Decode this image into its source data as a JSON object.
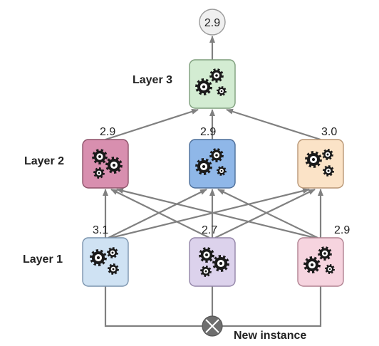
{
  "diagram": {
    "output_value": "2.9",
    "input_label": "New instance",
    "layers": [
      {
        "label": "Layer 1",
        "nodes": [
          {
            "value": "3.1",
            "fill": "#cfe2f3",
            "stroke": "#7a93ad"
          },
          {
            "value": "2.7",
            "fill": "#dcd2ec",
            "stroke": "#9385a8"
          },
          {
            "value": "2.9",
            "fill": "#f6d4df",
            "stroke": "#b08190"
          }
        ]
      },
      {
        "label": "Layer 2",
        "nodes": [
          {
            "value": "2.9",
            "fill": "#d88faf",
            "stroke": "#8d5269"
          },
          {
            "value": "2.9",
            "fill": "#8fb7e8",
            "stroke": "#4d6e99"
          },
          {
            "value": "3.0",
            "fill": "#fbe3c7",
            "stroke": "#b89675"
          }
        ]
      },
      {
        "label": "Layer 3",
        "nodes": [
          {
            "value": "",
            "fill": "#d3ecd2",
            "stroke": "#7e9e7c"
          }
        ]
      }
    ],
    "icon": "gears-icon",
    "input_icon": "cross-circle-icon",
    "colors": {
      "line": "#808080",
      "text": "#222222",
      "output_fill": "#efefef",
      "input_fill": "#6e6e6e"
    }
  }
}
